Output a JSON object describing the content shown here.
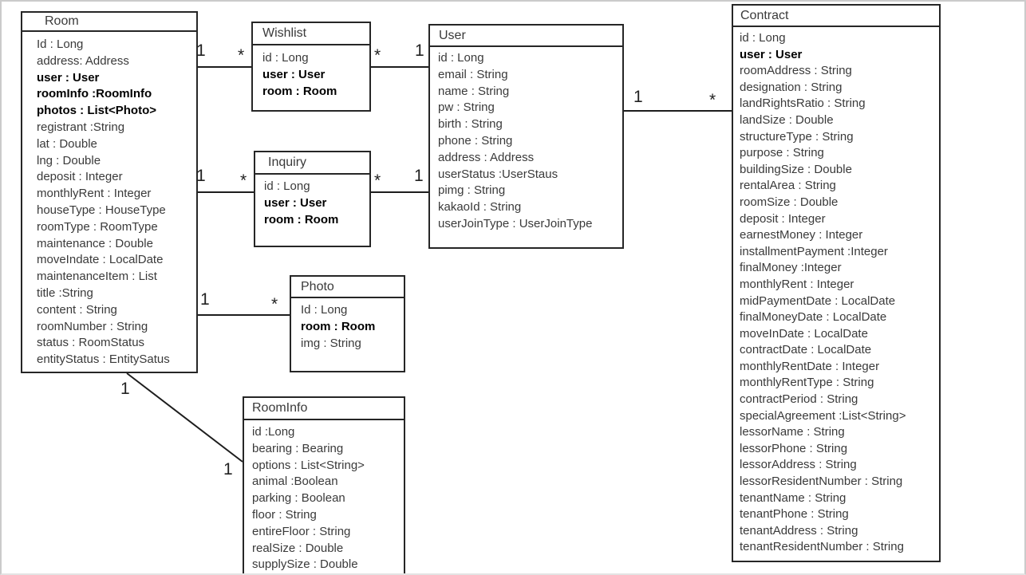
{
  "classes": {
    "room": {
      "name": "Room",
      "attributes": [
        {
          "text": "Id : Long",
          "bold": false
        },
        {
          "text": "address: Address",
          "bold": false
        },
        {
          "text": "user : User",
          "bold": true
        },
        {
          "text": "roomInfo :RoomInfo",
          "bold": true
        },
        {
          "text": "photos : List<Photo>",
          "bold": true
        },
        {
          "text": "registrant :String",
          "bold": false
        },
        {
          "text": "lat : Double",
          "bold": false
        },
        {
          "text": "lng : Double",
          "bold": false
        },
        {
          "text": "deposit : Integer",
          "bold": false
        },
        {
          "text": "monthlyRent : Integer",
          "bold": false
        },
        {
          "text": "houseType : HouseType",
          "bold": false
        },
        {
          "text": "roomType : RoomType",
          "bold": false
        },
        {
          "text": "maintenance : Double",
          "bold": false
        },
        {
          "text": "moveIndate : LocalDate",
          "bold": false
        },
        {
          "text": "maintenanceItem : List",
          "bold": false
        },
        {
          "text": "title :String",
          "bold": false
        },
        {
          "text": "content : String",
          "bold": false
        },
        {
          "text": "roomNumber : String",
          "bold": false
        },
        {
          "text": "status : RoomStatus",
          "bold": false
        },
        {
          "text": "entityStatus : EntitySatus",
          "bold": false
        }
      ]
    },
    "wishlist": {
      "name": "Wishlist",
      "attributes": [
        {
          "text": "id : Long",
          "bold": false
        },
        {
          "text": "user : User",
          "bold": true
        },
        {
          "text": "room : Room",
          "bold": true
        }
      ]
    },
    "user": {
      "name": "User",
      "attributes": [
        {
          "text": "id : Long",
          "bold": false
        },
        {
          "text": "email : String",
          "bold": false
        },
        {
          "text": "name : String",
          "bold": false
        },
        {
          "text": "pw : String",
          "bold": false
        },
        {
          "text": "birth : String",
          "bold": false
        },
        {
          "text": "phone : String",
          "bold": false
        },
        {
          "text": "address : Address",
          "bold": false
        },
        {
          "text": "userStatus :UserStaus",
          "bold": false
        },
        {
          "text": "pimg : String",
          "bold": false
        },
        {
          "text": "kakaoId : String",
          "bold": false
        },
        {
          "text": "userJoinType : UserJoinType",
          "bold": false
        }
      ]
    },
    "inquiry": {
      "name": "Inquiry",
      "attributes": [
        {
          "text": "id : Long",
          "bold": false
        },
        {
          "text": "user : User",
          "bold": true
        },
        {
          "text": "room : Room",
          "bold": true
        }
      ]
    },
    "photo": {
      "name": "Photo",
      "attributes": [
        {
          "text": "Id : Long",
          "bold": false
        },
        {
          "text": "room : Room",
          "bold": true
        },
        {
          "text": "img : String",
          "bold": false
        }
      ]
    },
    "roominfo": {
      "name": "RoomInfo",
      "attributes": [
        {
          "text": "id :Long",
          "bold": false
        },
        {
          "text": "bearing : Bearing",
          "bold": false
        },
        {
          "text": "options : List<String>",
          "bold": false
        },
        {
          "text": "animal :Boolean",
          "bold": false
        },
        {
          "text": "parking : Boolean",
          "bold": false
        },
        {
          "text": "floor : String",
          "bold": false
        },
        {
          "text": "entireFloor : String",
          "bold": false
        },
        {
          "text": "realSize : Double",
          "bold": false
        },
        {
          "text": "supplySize : Double",
          "bold": false
        }
      ]
    },
    "contract": {
      "name": "Contract",
      "attributes": [
        {
          "text": "id : Long",
          "bold": false
        },
        {
          "text": "user : User",
          "bold": true
        },
        {
          "text": "roomAddress : String",
          "bold": false
        },
        {
          "text": "designation : String",
          "bold": false
        },
        {
          "text": "landRightsRatio : String",
          "bold": false
        },
        {
          "text": "landSize : Double",
          "bold": false
        },
        {
          "text": "structureType : String",
          "bold": false
        },
        {
          "text": "purpose : String",
          "bold": false
        },
        {
          "text": "buildingSize : Double",
          "bold": false
        },
        {
          "text": "rentalArea : String",
          "bold": false
        },
        {
          "text": "roomSize : Double",
          "bold": false
        },
        {
          "text": "deposit : Integer",
          "bold": false
        },
        {
          "text": "earnestMoney : Integer",
          "bold": false
        },
        {
          "text": "installmentPayment :Integer",
          "bold": false
        },
        {
          "text": "finalMoney :Integer",
          "bold": false
        },
        {
          "text": "monthlyRent : Integer",
          "bold": false
        },
        {
          "text": "midPaymentDate : LocalDate",
          "bold": false
        },
        {
          "text": "finalMoneyDate : LocalDate",
          "bold": false
        },
        {
          "text": "moveInDate : LocalDate",
          "bold": false
        },
        {
          "text": "contractDate : LocalDate",
          "bold": false
        },
        {
          "text": "monthlyRentDate : Integer",
          "bold": false
        },
        {
          "text": "monthlyRentType : String",
          "bold": false
        },
        {
          "text": "contractPeriod : String",
          "bold": false
        },
        {
          "text": "specialAgreement :List<String>",
          "bold": false
        },
        {
          "text": "lessorName : String",
          "bold": false
        },
        {
          "text": "lessorPhone : String",
          "bold": false
        },
        {
          "text": "lessorAddress : String",
          "bold": false
        },
        {
          "text": "lessorResidentNumber : String",
          "bold": false
        },
        {
          "text": "tenantName : String",
          "bold": false
        },
        {
          "text": "tenantPhone : String",
          "bold": false
        },
        {
          "text": "tenantAddress : String",
          "bold": false
        },
        {
          "text": "tenantResidentNumber : String",
          "bold": false
        }
      ]
    }
  },
  "connections": [
    {
      "from": "Room",
      "to": "Wishlist",
      "from_label": "1",
      "to_label": "*"
    },
    {
      "from": "Wishlist",
      "to": "User",
      "from_label": "*",
      "to_label": "1"
    },
    {
      "from": "Room",
      "to": "Inquiry",
      "from_label": "1",
      "to_label": "*"
    },
    {
      "from": "Inquiry",
      "to": "User",
      "from_label": "*",
      "to_label": "1"
    },
    {
      "from": "Room",
      "to": "Photo",
      "from_label": "1",
      "to_label": "*"
    },
    {
      "from": "Room",
      "to": "RoomInfo",
      "from_label": "1",
      "to_label": "1"
    },
    {
      "from": "User",
      "to": "Contract",
      "from_label": "1",
      "to_label": "*"
    }
  ]
}
